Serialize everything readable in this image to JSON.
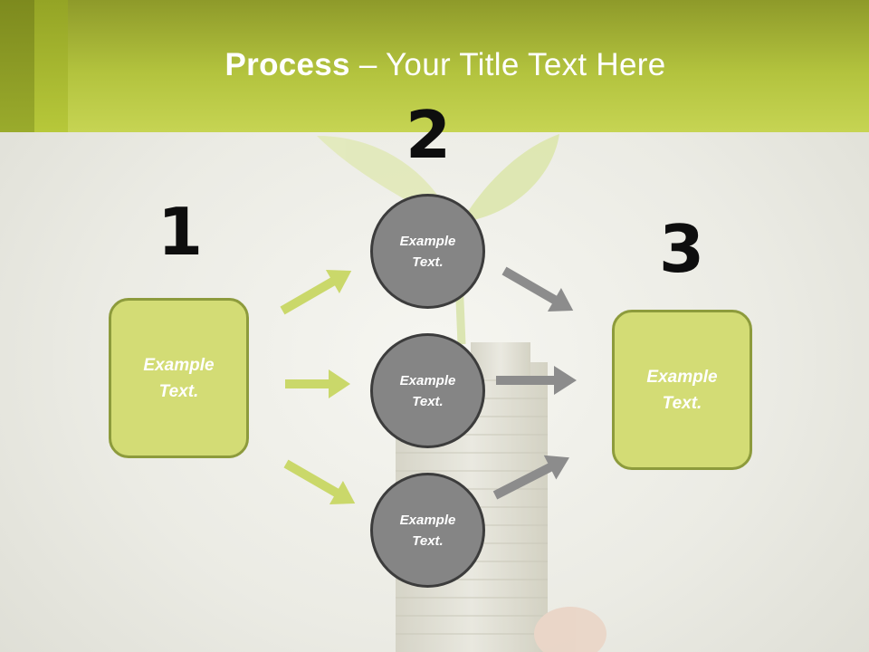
{
  "title": {
    "bold": "Process",
    "rest": " – Your Title Text Here"
  },
  "steps": [
    {
      "number": "1",
      "text": "Example Text."
    },
    {
      "number": "2",
      "text": ""
    },
    {
      "number": "3",
      "text": "Example Text."
    }
  ],
  "circles": [
    {
      "text": "Example Text."
    },
    {
      "text": "Example Text."
    },
    {
      "text": "Example Text."
    }
  ],
  "colors": {
    "header": "#b3c33e",
    "box_fill": "#d3dc75",
    "box_border": "#8d9b3c",
    "circle_fill": "#858585",
    "circle_border": "#3c3c3c",
    "green_arrow": "#cad86a",
    "gray_arrow": "#8c8c8c"
  }
}
